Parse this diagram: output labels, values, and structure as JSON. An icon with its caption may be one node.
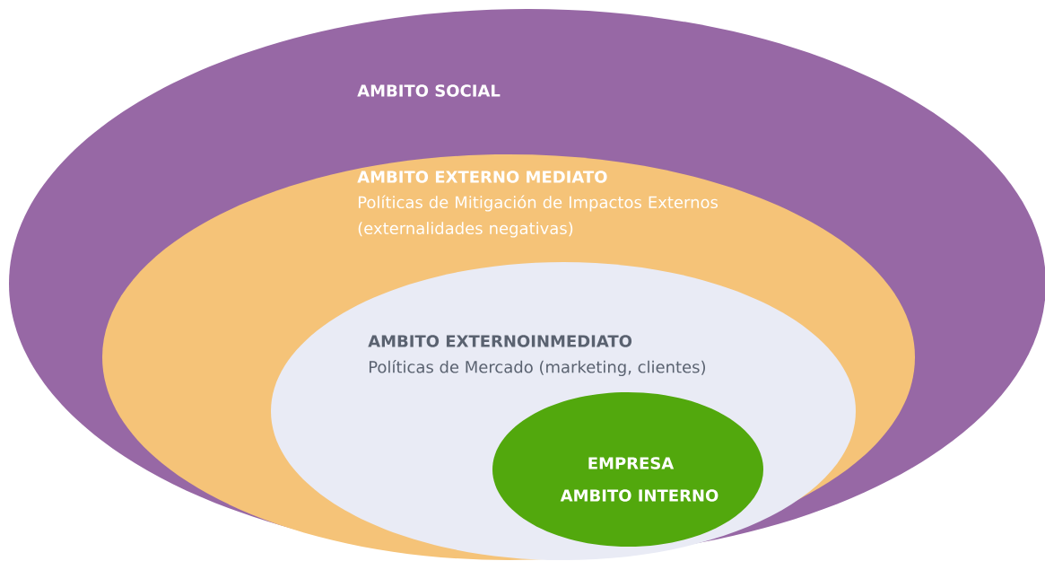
{
  "diagram": {
    "nodes": [
      {
        "text": [
          "AMBITO SOCIAL"
        ]
      },
      {
        "text": [
          "AMBITO EXTERNO MEDIATO",
          "Políticas de Mitigación de Impactos Externos (externalidades negativas)"
        ],
        "in": 0
      },
      {
        "text": [
          "AMBITO EXTERNOINMEDIATO",
          "Políticas de Mercado (marketing, clientes)"
        ],
        "in": 1
      },
      {
        "text": [
          "EMPRESA",
          "AMBITO INTERNO"
        ],
        "in": 2
      }
    ]
  }
}
